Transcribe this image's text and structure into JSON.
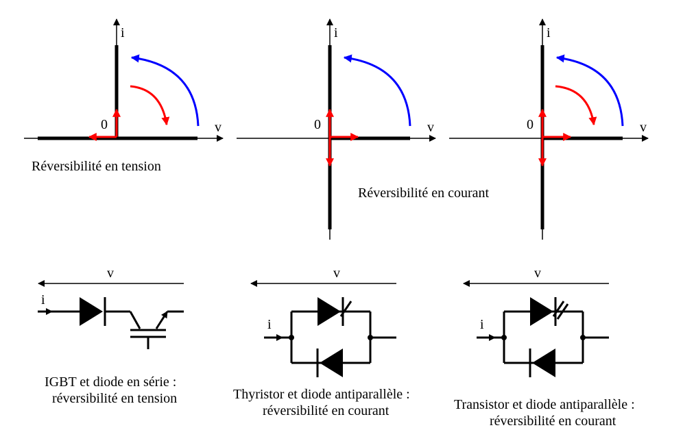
{
  "graphs": [
    {
      "current_label": "i",
      "voltage_label": "v",
      "origin_label": "0"
    },
    {
      "current_label": "i",
      "voltage_label": "v",
      "origin_label": "0"
    },
    {
      "current_label": "i",
      "voltage_label": "v",
      "origin_label": "0"
    }
  ],
  "captions": {
    "voltage_reversibility": "Réversibilité en tension",
    "current_reversibility": "Réversibilité en courant"
  },
  "circuits": [
    {
      "voltage_label": "v",
      "current_label": "i",
      "caption_line1": "IGBT et diode en série :",
      "caption_line2": "réversibilité en tension"
    },
    {
      "voltage_label": "v",
      "current_label": "i",
      "caption_line1": "Thyristor et diode antiparallèle :",
      "caption_line2": "réversibilité en courant"
    },
    {
      "voltage_label": "v",
      "current_label": "i",
      "caption_line1": "Transistor et diode antiparallèle :",
      "caption_line2": "réversibilité en courant"
    }
  ],
  "colors": {
    "red_arrow": "#ff0000",
    "blue_arrow": "#0000ff",
    "ink": "#000000"
  }
}
